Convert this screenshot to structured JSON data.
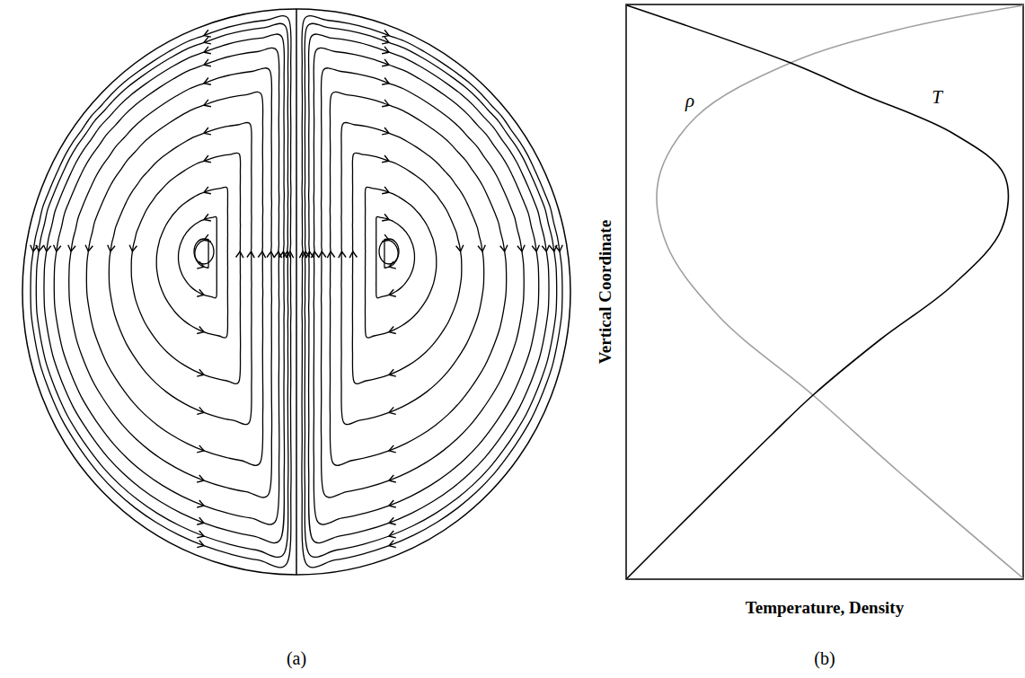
{
  "diagram": {
    "labels": [
      "ρ",
      "T",
      "Vertical Coordinate",
      "Temperature, Density",
      "(a)",
      "(b)"
    ]
  }
}
